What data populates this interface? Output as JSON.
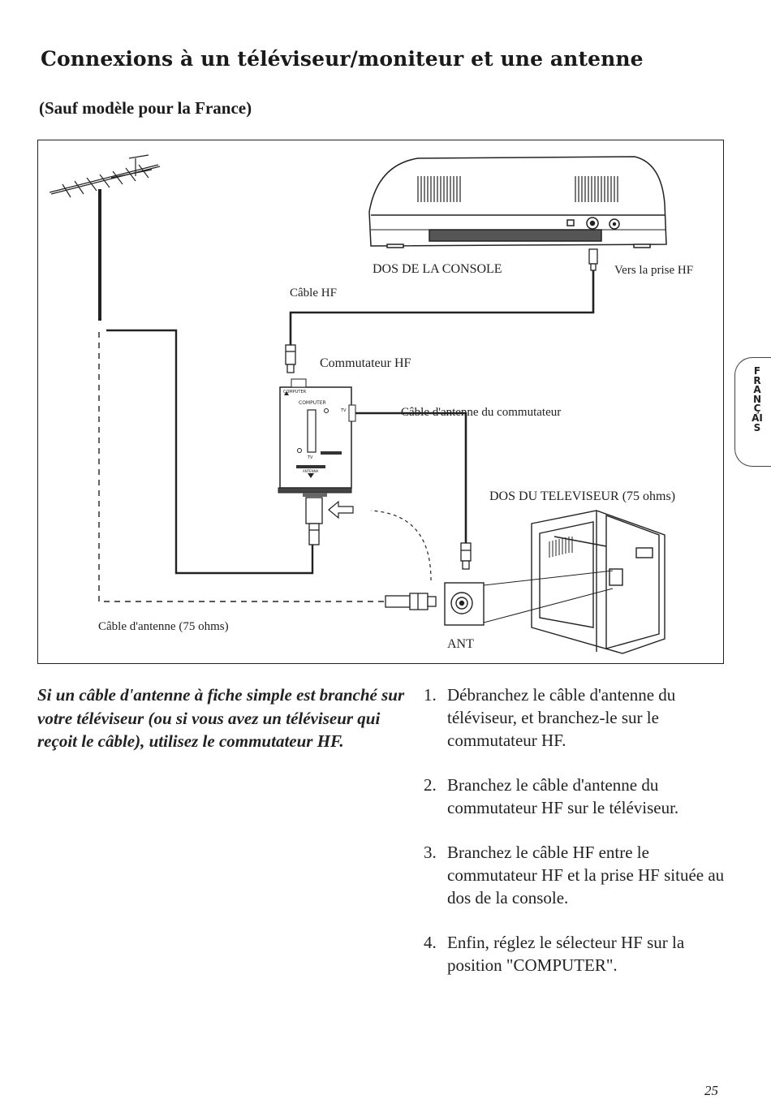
{
  "page": {
    "title": "Connexions à un téléviseur/moniteur et une antenne",
    "subtitle": "(Sauf modèle pour la France)",
    "side_tab": "FRANÇAIS",
    "page_number": "25"
  },
  "figure": {
    "labels": {
      "console_back": "DOS DE LA CONSOLE",
      "rf_jack": "Vers la prise HF",
      "rf_cable": "Câble HF",
      "rf_switch": "Commutateur HF",
      "switch_antenna_cable": "Câble d'antenne du commutateur",
      "tv_back": "DOS DU TELEVISEUR (75 ohms)",
      "antenna_cable": "Câble d'antenne (75 ohms)",
      "ant": "ANT",
      "switch_computer": "COMPUTER",
      "switch_computer_small": "COMPUTER",
      "switch_tv": "TV",
      "switch_tv_arrow": "TV",
      "switch_antenna": "ANTENNA"
    }
  },
  "note": "Si un câble d'antenne à fiche simple est branché sur votre téléviseur (ou si vous avez un téléviseur qui reçoit le câble), utilisez le commutateur HF.",
  "steps": [
    {
      "num": "1.",
      "text": "Débranchez le câble d'antenne du téléviseur, et branchez-le sur le commutateur HF."
    },
    {
      "num": "2.",
      "text": "Branchez le câble d'antenne du commutateur HF sur le téléviseur."
    },
    {
      "num": "3.",
      "text": "Branchez le câble HF entre le commutateur HF et la prise HF située au dos de la console."
    },
    {
      "num": "4.",
      "text": "Enfin, réglez le sélecteur HF sur la position \"COMPUTER\"."
    }
  ]
}
